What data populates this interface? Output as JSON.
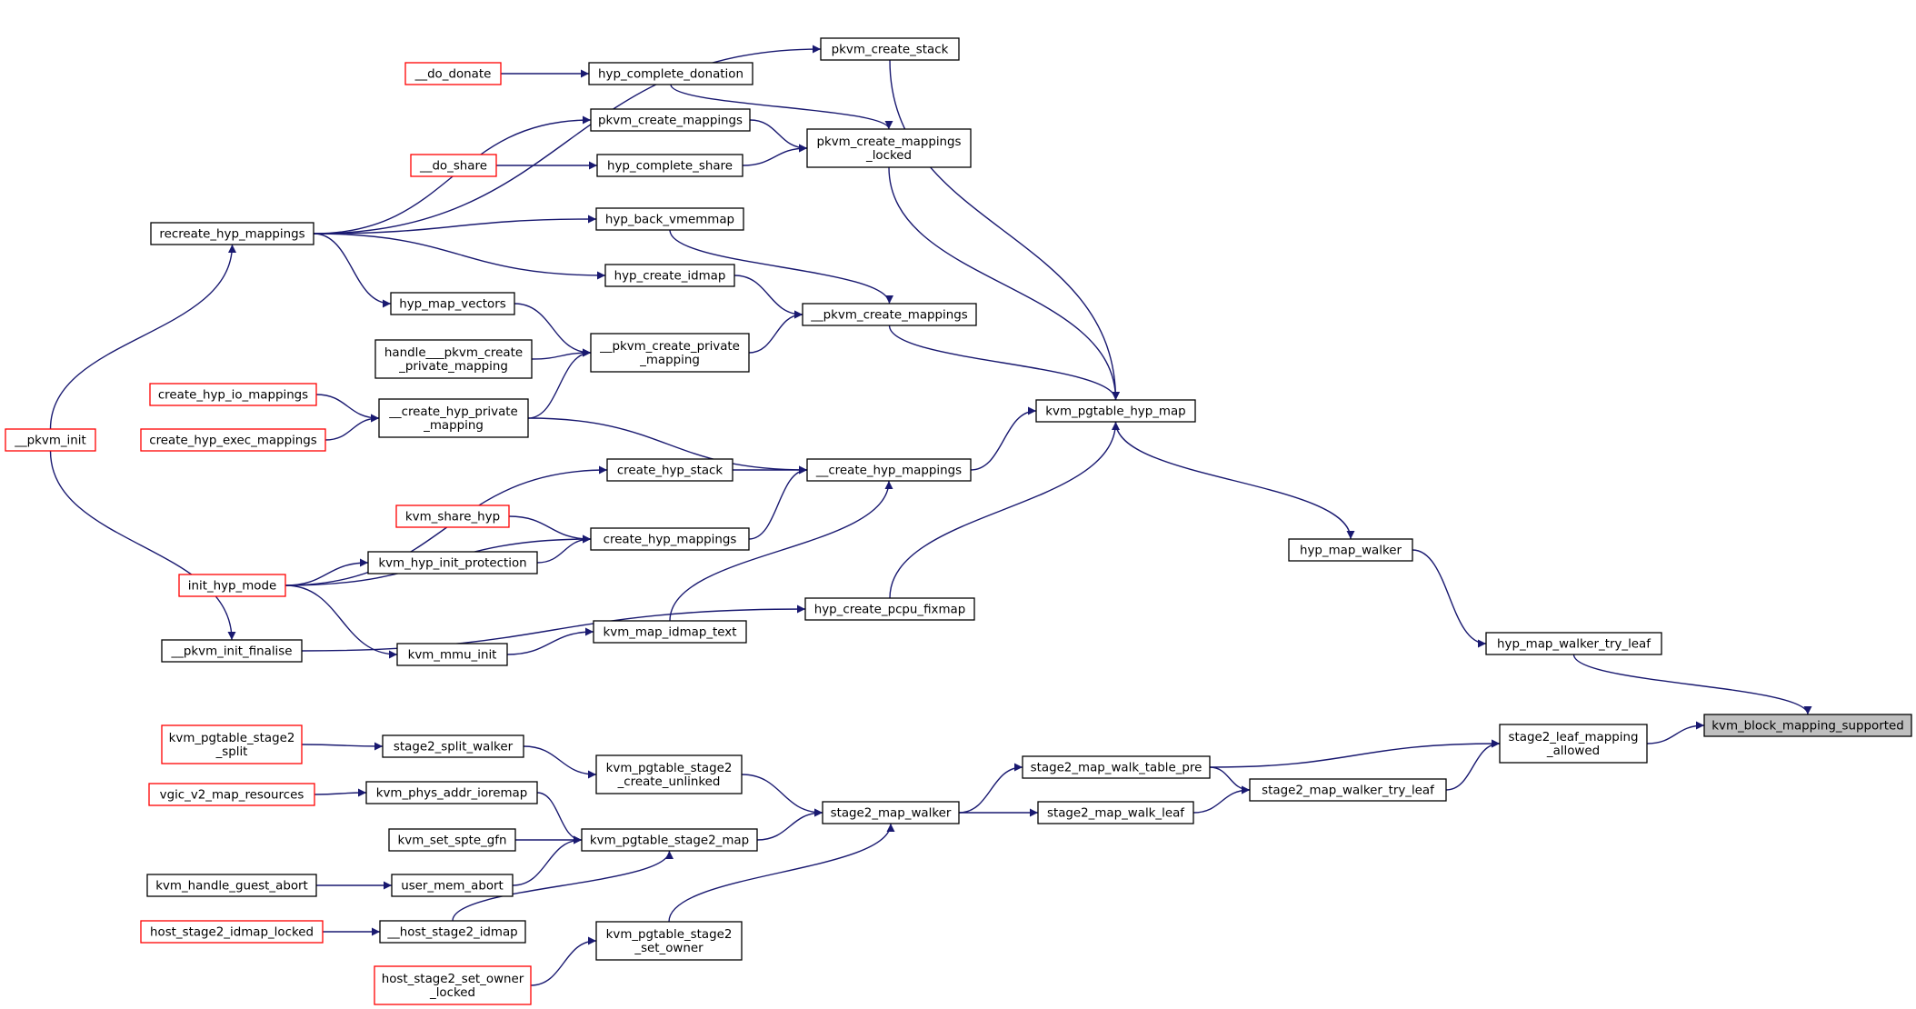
{
  "diagram": {
    "type": "caller-graph",
    "colors": {
      "edge": "#191970",
      "node_border": "#000000",
      "truncated_node_border": "#ff0000",
      "root_node_fill": "#bfbfbf"
    },
    "nodes": [
      {
        "id": "kbms",
        "lines": [
          "kvm_block_mapping_supported"
        ],
        "style": "root"
      },
      {
        "id": "hmwtl",
        "lines": [
          "hyp_map_walker_try_leaf"
        ],
        "style": "normal"
      },
      {
        "id": "slma",
        "lines": [
          "stage2_leaf_mapping",
          "_allowed"
        ],
        "style": "normal"
      },
      {
        "id": "hmw",
        "lines": [
          "hyp_map_walker"
        ],
        "style": "normal"
      },
      {
        "id": "s2mwtp",
        "lines": [
          "stage2_map_walk_table_pre"
        ],
        "style": "normal"
      },
      {
        "id": "s2mwtl",
        "lines": [
          "stage2_map_walker_try_leaf"
        ],
        "style": "normal"
      },
      {
        "id": "s2mwl",
        "lines": [
          "stage2_map_walk_leaf"
        ],
        "style": "normal"
      },
      {
        "id": "kphm",
        "lines": [
          "kvm_pgtable_hyp_map"
        ],
        "style": "normal"
      },
      {
        "id": "s2mw",
        "lines": [
          "stage2_map_walker"
        ],
        "style": "normal"
      },
      {
        "id": "pcs",
        "lines": [
          "pkvm_create_stack"
        ],
        "style": "normal"
      },
      {
        "id": "pcml",
        "lines": [
          "pkvm_create_mappings",
          "_locked"
        ],
        "style": "normal"
      },
      {
        "id": "upcm",
        "lines": [
          "__pkvm_create_mappings"
        ],
        "style": "normal"
      },
      {
        "id": "uchm",
        "lines": [
          "__create_hyp_mappings"
        ],
        "style": "normal"
      },
      {
        "id": "hcpf",
        "lines": [
          "hyp_create_pcpu_fixmap"
        ],
        "style": "normal"
      },
      {
        "id": "kps2cu",
        "lines": [
          "kvm_pgtable_stage2",
          "_create_unlinked"
        ],
        "style": "normal"
      },
      {
        "id": "kps2m",
        "lines": [
          "kvm_pgtable_stage2_map"
        ],
        "style": "normal"
      },
      {
        "id": "kps2so",
        "lines": [
          "kvm_pgtable_stage2",
          "_set_owner"
        ],
        "style": "normal"
      },
      {
        "id": "hcd",
        "lines": [
          "hyp_complete_donation"
        ],
        "style": "normal"
      },
      {
        "id": "pcm",
        "lines": [
          "pkvm_create_mappings"
        ],
        "style": "normal"
      },
      {
        "id": "hcsh",
        "lines": [
          "hyp_complete_share"
        ],
        "style": "normal"
      },
      {
        "id": "hbv",
        "lines": [
          "hyp_back_vmemmap"
        ],
        "style": "normal"
      },
      {
        "id": "hci",
        "lines": [
          "hyp_create_idmap"
        ],
        "style": "normal"
      },
      {
        "id": "upcpm",
        "lines": [
          "__pkvm_create_private",
          "_mapping"
        ],
        "style": "normal"
      },
      {
        "id": "uchpm",
        "lines": [
          "__create_hyp_private",
          "_mapping"
        ],
        "style": "normal"
      },
      {
        "id": "chs",
        "lines": [
          "create_hyp_stack"
        ],
        "style": "normal"
      },
      {
        "id": "chm",
        "lines": [
          "create_hyp_mappings"
        ],
        "style": "normal"
      },
      {
        "id": "kmit",
        "lines": [
          "kvm_map_idmap_text"
        ],
        "style": "normal"
      },
      {
        "id": "s2sw",
        "lines": [
          "stage2_split_walker"
        ],
        "style": "normal"
      },
      {
        "id": "kpai",
        "lines": [
          "kvm_phys_addr_ioremap"
        ],
        "style": "normal"
      },
      {
        "id": "uma",
        "lines": [
          "user_mem_abort"
        ],
        "style": "normal"
      },
      {
        "id": "uhs2i",
        "lines": [
          "__host_stage2_idmap"
        ],
        "style": "normal"
      },
      {
        "id": "ksg",
        "lines": [
          "kvm_set_spte_gfn"
        ],
        "style": "normal"
      },
      {
        "id": "udd",
        "lines": [
          "__do_donate"
        ],
        "style": "red"
      },
      {
        "id": "uds",
        "lines": [
          "__do_share"
        ],
        "style": "red"
      },
      {
        "id": "rhm",
        "lines": [
          "recreate_hyp_mappings"
        ],
        "style": "normal"
      },
      {
        "id": "hmv",
        "lines": [
          "hyp_map_vectors"
        ],
        "style": "normal"
      },
      {
        "id": "hupcpm",
        "lines": [
          "handle___pkvm_create",
          "_private_mapping"
        ],
        "style": "normal"
      },
      {
        "id": "chiom",
        "lines": [
          "create_hyp_io_mappings"
        ],
        "style": "red"
      },
      {
        "id": "chem",
        "lines": [
          "create_hyp_exec_mappings"
        ],
        "style": "red"
      },
      {
        "id": "ksh",
        "lines": [
          "kvm_share_hyp"
        ],
        "style": "red"
      },
      {
        "id": "khip",
        "lines": [
          "kvm_hyp_init_protection"
        ],
        "style": "normal"
      },
      {
        "id": "ihm",
        "lines": [
          "init_hyp_mode"
        ],
        "style": "red"
      },
      {
        "id": "kmmi",
        "lines": [
          "kvm_mmu_init"
        ],
        "style": "normal"
      },
      {
        "id": "upif",
        "lines": [
          "__pkvm_init_finalise"
        ],
        "style": "normal"
      },
      {
        "id": "upi",
        "lines": [
          "__pkvm_init"
        ],
        "style": "red"
      },
      {
        "id": "kps2s",
        "lines": [
          "kvm_pgtable_stage2",
          "_split"
        ],
        "style": "red"
      },
      {
        "id": "vv2mr",
        "lines": [
          "vgic_v2_map_resources"
        ],
        "style": "red"
      },
      {
        "id": "khga",
        "lines": [
          "kvm_handle_guest_abort"
        ],
        "style": "normal"
      },
      {
        "id": "hs2il",
        "lines": [
          "host_stage2_idmap_locked"
        ],
        "style": "red"
      },
      {
        "id": "hs2sol",
        "lines": [
          "host_stage2_set_owner",
          "_locked"
        ],
        "style": "red"
      }
    ],
    "edges": [
      {
        "from": "hmwtl",
        "to": "kbms"
      },
      {
        "from": "slma",
        "to": "kbms"
      },
      {
        "from": "hmw",
        "to": "hmwtl"
      },
      {
        "from": "s2mwtp",
        "to": "slma"
      },
      {
        "from": "s2mwtl",
        "to": "slma"
      },
      {
        "from": "kphm",
        "to": "hmw"
      },
      {
        "from": "s2mw",
        "to": "s2mwtp"
      },
      {
        "from": "s2mw",
        "to": "s2mwl"
      },
      {
        "from": "s2mwtp",
        "to": "s2mwtl"
      },
      {
        "from": "s2mwl",
        "to": "s2mwtl"
      },
      {
        "from": "pcs",
        "to": "kphm"
      },
      {
        "from": "pcml",
        "to": "kphm"
      },
      {
        "from": "upcm",
        "to": "kphm"
      },
      {
        "from": "uchm",
        "to": "kphm"
      },
      {
        "from": "hcpf",
        "to": "kphm"
      },
      {
        "from": "kps2cu",
        "to": "s2mw"
      },
      {
        "from": "kps2m",
        "to": "s2mw"
      },
      {
        "from": "kps2so",
        "to": "s2mw"
      },
      {
        "from": "rhm",
        "to": "pcs"
      },
      {
        "from": "hcd",
        "to": "pcml"
      },
      {
        "from": "pcm",
        "to": "pcml"
      },
      {
        "from": "hcsh",
        "to": "pcml"
      },
      {
        "from": "hbv",
        "to": "upcm"
      },
      {
        "from": "hci",
        "to": "upcm"
      },
      {
        "from": "upcpm",
        "to": "upcm"
      },
      {
        "from": "uchpm",
        "to": "uchm"
      },
      {
        "from": "chs",
        "to": "uchm"
      },
      {
        "from": "chm",
        "to": "uchm"
      },
      {
        "from": "kmit",
        "to": "uchm"
      },
      {
        "from": "upif",
        "to": "hcpf"
      },
      {
        "from": "s2sw",
        "to": "kps2cu"
      },
      {
        "from": "kpai",
        "to": "kps2m"
      },
      {
        "from": "ksg",
        "to": "kps2m"
      },
      {
        "from": "uma",
        "to": "kps2m"
      },
      {
        "from": "uhs2i",
        "to": "kps2m"
      },
      {
        "from": "hs2sol",
        "to": "kps2so"
      },
      {
        "from": "udd",
        "to": "hcd"
      },
      {
        "from": "rhm",
        "to": "pcm"
      },
      {
        "from": "uds",
        "to": "hcsh"
      },
      {
        "from": "rhm",
        "to": "hbv"
      },
      {
        "from": "rhm",
        "to": "hci"
      },
      {
        "from": "rhm",
        "to": "hmv"
      },
      {
        "from": "hmv",
        "to": "upcpm"
      },
      {
        "from": "hupcpm",
        "to": "upcpm"
      },
      {
        "from": "uchpm",
        "to": "upcpm"
      },
      {
        "from": "chiom",
        "to": "uchpm"
      },
      {
        "from": "chem",
        "to": "uchpm"
      },
      {
        "from": "ihm",
        "to": "chs"
      },
      {
        "from": "ksh",
        "to": "chm"
      },
      {
        "from": "khip",
        "to": "chm"
      },
      {
        "from": "ihm",
        "to": "chm"
      },
      {
        "from": "ihm",
        "to": "khip"
      },
      {
        "from": "kmmi",
        "to": "kmit"
      },
      {
        "from": "ihm",
        "to": "kmmi"
      },
      {
        "from": "upi",
        "to": "rhm"
      },
      {
        "from": "upi",
        "to": "upif"
      },
      {
        "from": "kps2s",
        "to": "s2sw"
      },
      {
        "from": "vv2mr",
        "to": "kpai"
      },
      {
        "from": "khga",
        "to": "uma"
      },
      {
        "from": "hs2il",
        "to": "uhs2i"
      }
    ]
  }
}
